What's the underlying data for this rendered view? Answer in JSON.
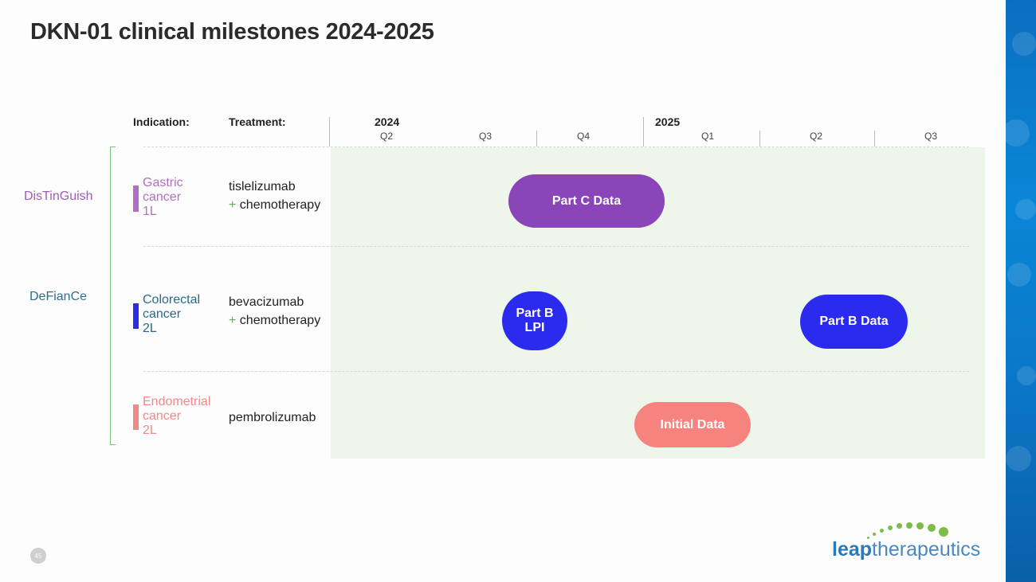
{
  "title": "DKN-01 clinical milestones 2024-2025",
  "headers": {
    "indication": "Indication:",
    "treatment": "Treatment:"
  },
  "years": [
    "2024",
    "2025"
  ],
  "quarters": [
    "Q2",
    "Q3",
    "Q4",
    "Q1",
    "Q2",
    "Q3"
  ],
  "trials": [
    {
      "name": "DisTinGuish",
      "color": "#a35bbd"
    },
    {
      "name": "DeFianCe",
      "color": "#2f6e8e"
    }
  ],
  "rows": [
    {
      "indication": [
        "Gastric",
        "cancer",
        "1L"
      ],
      "indication_color": "#b26ec4",
      "treatment_line1": "tislelizumab",
      "treatment_plus": "+",
      "treatment_line2": "chemotherapy"
    },
    {
      "indication": [
        "Colorectal",
        "cancer",
        "2L"
      ],
      "indication_color": "#2a6a8c",
      "bar_color": "#2c2ee6",
      "treatment_line1": "bevacizumab",
      "treatment_plus": "+",
      "treatment_line2": "chemotherapy"
    },
    {
      "indication": [
        "Endometrial",
        "cancer",
        "2L"
      ],
      "indication_color": "#f08a88",
      "treatment_line1": "pembrolizumab"
    }
  ],
  "milestones": {
    "part_c_data": {
      "label": "Part C Data",
      "color": "#8a45b8"
    },
    "part_b_lpi": {
      "label_line1": "Part B",
      "label_line2": "LPI",
      "color": "#2b2bef"
    },
    "part_b_data": {
      "label": "Part B Data",
      "color": "#2b2bef"
    },
    "initial_data": {
      "label": "Initial Data",
      "color": "#f7837f"
    }
  },
  "page_number": "45",
  "logo": {
    "bold": "leap",
    "rest": "therapeutics"
  }
}
